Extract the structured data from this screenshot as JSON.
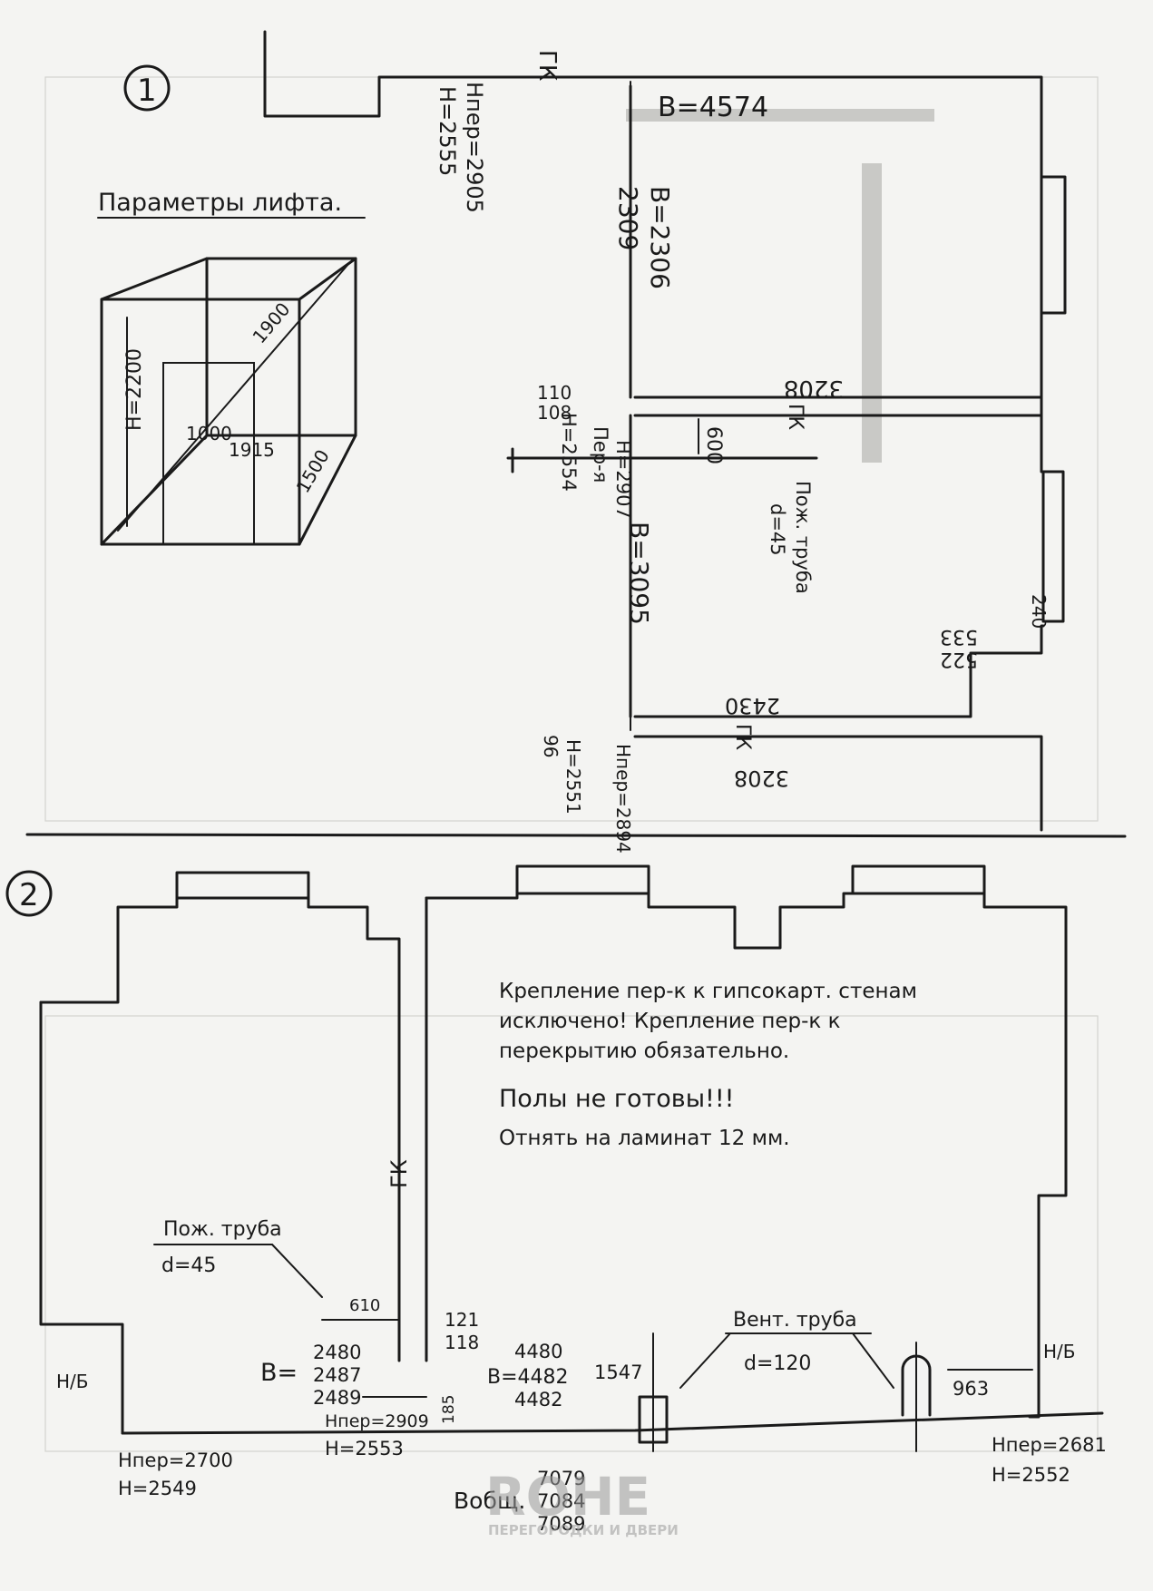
{
  "section1": {
    "number": "1",
    "top_partition": "ГК",
    "top_h_per": "Hпер=2905",
    "top_h": "H=2555",
    "top_width": "B=4574",
    "mid_width_a": "B=2306",
    "mid_width_b": "2309",
    "right_3208_top": "3208",
    "mid_partition": "ГК",
    "mid_offsets": [
      "110",
      "108"
    ],
    "mid_h_per": "H=2907",
    "mid_per": "Пер-я",
    "mid_h": "H=2554",
    "gap_600": "600",
    "pipe_label": "Пож. труба",
    "pipe_diam": "d=45",
    "lower_width": "B=3095",
    "right_240": "240",
    "right_533": "533",
    "right_522": "522",
    "right_2430": "2430",
    "bottom_partition": "ГК",
    "right_3208_bottom": "3208",
    "bottom_offset": "96",
    "bottom_h_per": "Hпер=2894",
    "bottom_h": "H=2551"
  },
  "lift": {
    "title": "Параметры лифта.",
    "h": "H=2200",
    "diag": "1900",
    "d1000": "1000",
    "d1915": "1915",
    "d1500": "1500"
  },
  "section2": {
    "number": "2",
    "partition": "ГК",
    "notes": [
      "Крепление пер-к к гипсокарт. стенам",
      "исключено! Крепление пер-к к",
      "перекрытию обязательно.",
      "Полы не готовы!!!",
      "Отнять на ламинат 12 мм."
    ],
    "pipe_label": "Пож. труба",
    "pipe_diam": "d=45",
    "d610": "610",
    "d121": "121",
    "d118": "118",
    "left_b_label": "B=",
    "left_b_values": [
      "2480",
      "2487",
      "2489"
    ],
    "center_h_per": "Hпер=2909",
    "center_h": "H=2553",
    "d185": "185",
    "mid_b_values": [
      "4480",
      "B=4482",
      "4482"
    ],
    "d1547": "1547",
    "vent_label": "Вент. труба",
    "vent_diam": "d=120",
    "d963": "963",
    "wall_left": "Н/Б",
    "wall_right": "Н/Б",
    "left_h_per": "Hпер=2700",
    "left_h": "H=2549",
    "right_h_per": "Hпер=2681",
    "right_h": "H=2552",
    "total_label": "Bобщ.",
    "total_values": [
      "7079",
      "7084",
      "7089"
    ]
  },
  "watermark": {
    "brand": "ROHE",
    "tagline": "ПЕРЕГОРОДКИ И ДВЕРИ"
  }
}
